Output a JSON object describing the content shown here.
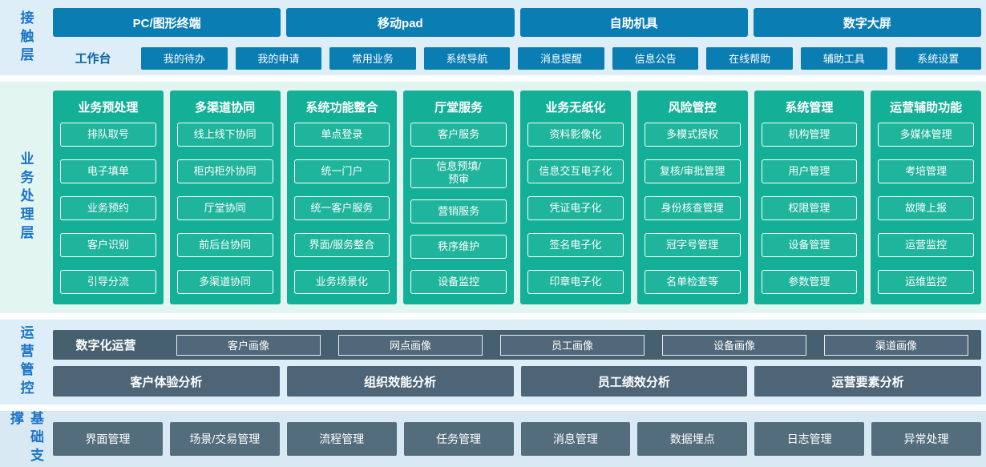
{
  "colors": {
    "blue_button": "#0a7db3",
    "teal_column": "#13b097",
    "slate_bar": "#47606f",
    "slate_button": "#4d6577",
    "layer_label_blue": "#1b74c8",
    "contact_bg": "#ddeef9",
    "business_bg": "#e2f5f0",
    "foundation_bg": "#d8e9f3"
  },
  "layers": {
    "contact": {
      "label": "接触层",
      "terminals": [
        "PC/图形终端",
        "移动pad",
        "自助机具",
        "数字大屏"
      ],
      "workbench_label": "工作台",
      "workbench_items": [
        "我的待办",
        "我的申请",
        "常用业务",
        "系统导航",
        "消息提醒",
        "信息公告",
        "在线帮助",
        "辅助工具",
        "系统设置"
      ]
    },
    "business": {
      "label": "业务处理层",
      "columns": [
        {
          "title": "业务预处理",
          "items": [
            "排队取号",
            "电子填单",
            "业务预约",
            "客户识别",
            "引导分流"
          ]
        },
        {
          "title": "多渠道协同",
          "items": [
            "线上线下协同",
            "柜内柜外协同",
            "厅堂协同",
            "前后台协同",
            "多渠道协同"
          ]
        },
        {
          "title": "系统功能整合",
          "items": [
            "单点登录",
            "统一门户",
            "统一客户服务",
            "界面/服务整合",
            "业务场景化"
          ]
        },
        {
          "title": "厅堂服务",
          "items": [
            "客户服务",
            "信息预填/\n预审",
            "营销服务",
            "秩序维护",
            "设备监控"
          ]
        },
        {
          "title": "业务无纸化",
          "items": [
            "资料影像化",
            "信息交互电子化",
            "凭证电子化",
            "签名电子化",
            "印章电子化"
          ]
        },
        {
          "title": "风险管控",
          "items": [
            "多模式授权",
            "复核/审批管理",
            "身份核查管理",
            "冠字号管理",
            "名单检查等"
          ]
        },
        {
          "title": "系统管理",
          "items": [
            "机构管理",
            "用户管理",
            "权限管理",
            "设备管理",
            "参数管理"
          ]
        },
        {
          "title": "运营辅助功能",
          "items": [
            "多媒体管理",
            "考培管理",
            "故障上报",
            "运营监控",
            "运维监控"
          ]
        }
      ]
    },
    "operations": {
      "label": "运营管控",
      "digital_label": "数字化运营",
      "portraits": [
        "客户画像",
        "网点画像",
        "员工画像",
        "设备画像",
        "渠道画像"
      ],
      "analyses": [
        "客户体验分析",
        "组织效能分析",
        "员工绩效分析",
        "运营要素分析"
      ]
    },
    "foundation": {
      "label": "基础支撑",
      "items": [
        "界面管理",
        "场景/交易管理",
        "流程管理",
        "任务管理",
        "消息管理",
        "数据埋点",
        "日志管理",
        "异常处理"
      ]
    }
  }
}
